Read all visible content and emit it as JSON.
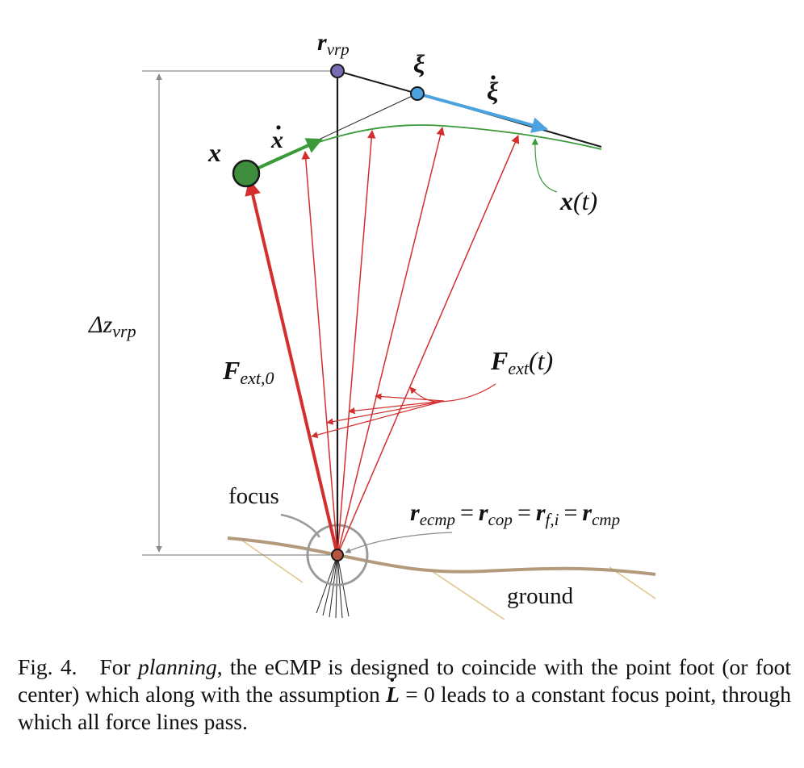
{
  "figure": {
    "labels": {
      "r_vrp": "r",
      "r_vrp_sub": "vrp",
      "xi": "ξ",
      "xi_dot": "ξ",
      "x": "x",
      "x_dot": "x",
      "x_t": "x",
      "x_t_arg": "(t)",
      "delta_z": "Δz",
      "delta_z_sub": "vrp",
      "f_ext0": "F",
      "f_ext0_sub": "ext,0",
      "f_ext_t": "F",
      "f_ext_t_sub": "ext",
      "f_ext_t_arg": "(t)",
      "focus": "focus",
      "ground": "ground",
      "eq_r1": "r",
      "eq_r1_sub": "ecmp",
      "eq_sym1": "=",
      "eq_r2": "r",
      "eq_r2_sub": "cop",
      "eq_sym2": "=",
      "eq_r3": "r",
      "eq_r3_sub": "f,i",
      "eq_sym3": "=",
      "eq_r4": "r",
      "eq_r4_sub": "cmp"
    },
    "colors": {
      "force": "#d32f2f",
      "velocity": "#3a9a3a",
      "dcm_velocity": "#4aa3df",
      "ground": "#b39a7c",
      "ground_hatch": "#dfc58e",
      "vrp_point": "#7b6bb3",
      "focus_point": "#b5553f",
      "com_point": "#3e8e3e",
      "dimension": "#8a8a8a"
    }
  },
  "caption": {
    "fig_label": "Fig. 4.",
    "text_1": "For ",
    "emphasis": "planning",
    "text_2": ", the eCMP is designed to coincide with the point foot (or foot center) which along with the assumption ",
    "math_symbol": "L",
    "math_rest": " = 0",
    "text_3": " leads to a constant focus point, through which all force lines pass."
  }
}
